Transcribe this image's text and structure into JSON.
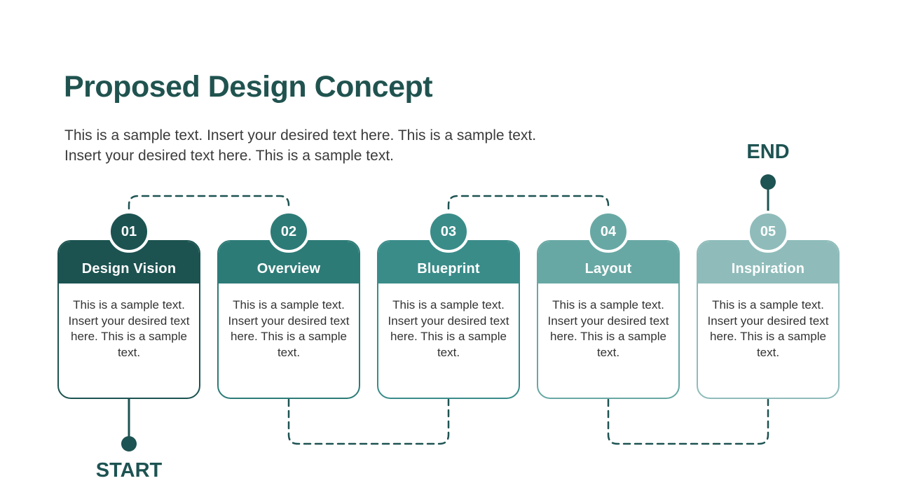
{
  "slide": {
    "title": "Proposed Design Concept",
    "subtitle": "This is a sample text. Insert your desired text here. This is a sample text.\nInsert your desired text here. This is a sample text.",
    "start_label": "START",
    "end_label": "END"
  },
  "colors": {
    "title": "#20534f",
    "connector": "#1d5352",
    "body_text": "#333333",
    "step_colors": [
      "#1c5351",
      "#2d7b77",
      "#3a8c89",
      "#68a8a4",
      "#8fbcba"
    ]
  },
  "steps": [
    {
      "number": "01",
      "title": "Design Vision",
      "body": "This is a sample text. Insert your desired text here. This is a sample text.",
      "color": "#1c5351"
    },
    {
      "number": "02",
      "title": "Overview",
      "body": "This is a sample text. Insert your desired text here. This is a sample text.",
      "color": "#2d7b77"
    },
    {
      "number": "03",
      "title": "Blueprint",
      "body": "This is a sample text. Insert your desired text here. This is a sample text.",
      "color": "#3a8c89"
    },
    {
      "number": "04",
      "title": "Layout",
      "body": "This is a sample text. Insert your desired text here. This is a sample text.",
      "color": "#68a8a4"
    },
    {
      "number": "05",
      "title": "Inspiration",
      "body": "This is a sample text. Insert your desired text here. This is a sample text.",
      "color": "#8fbcba"
    }
  ]
}
